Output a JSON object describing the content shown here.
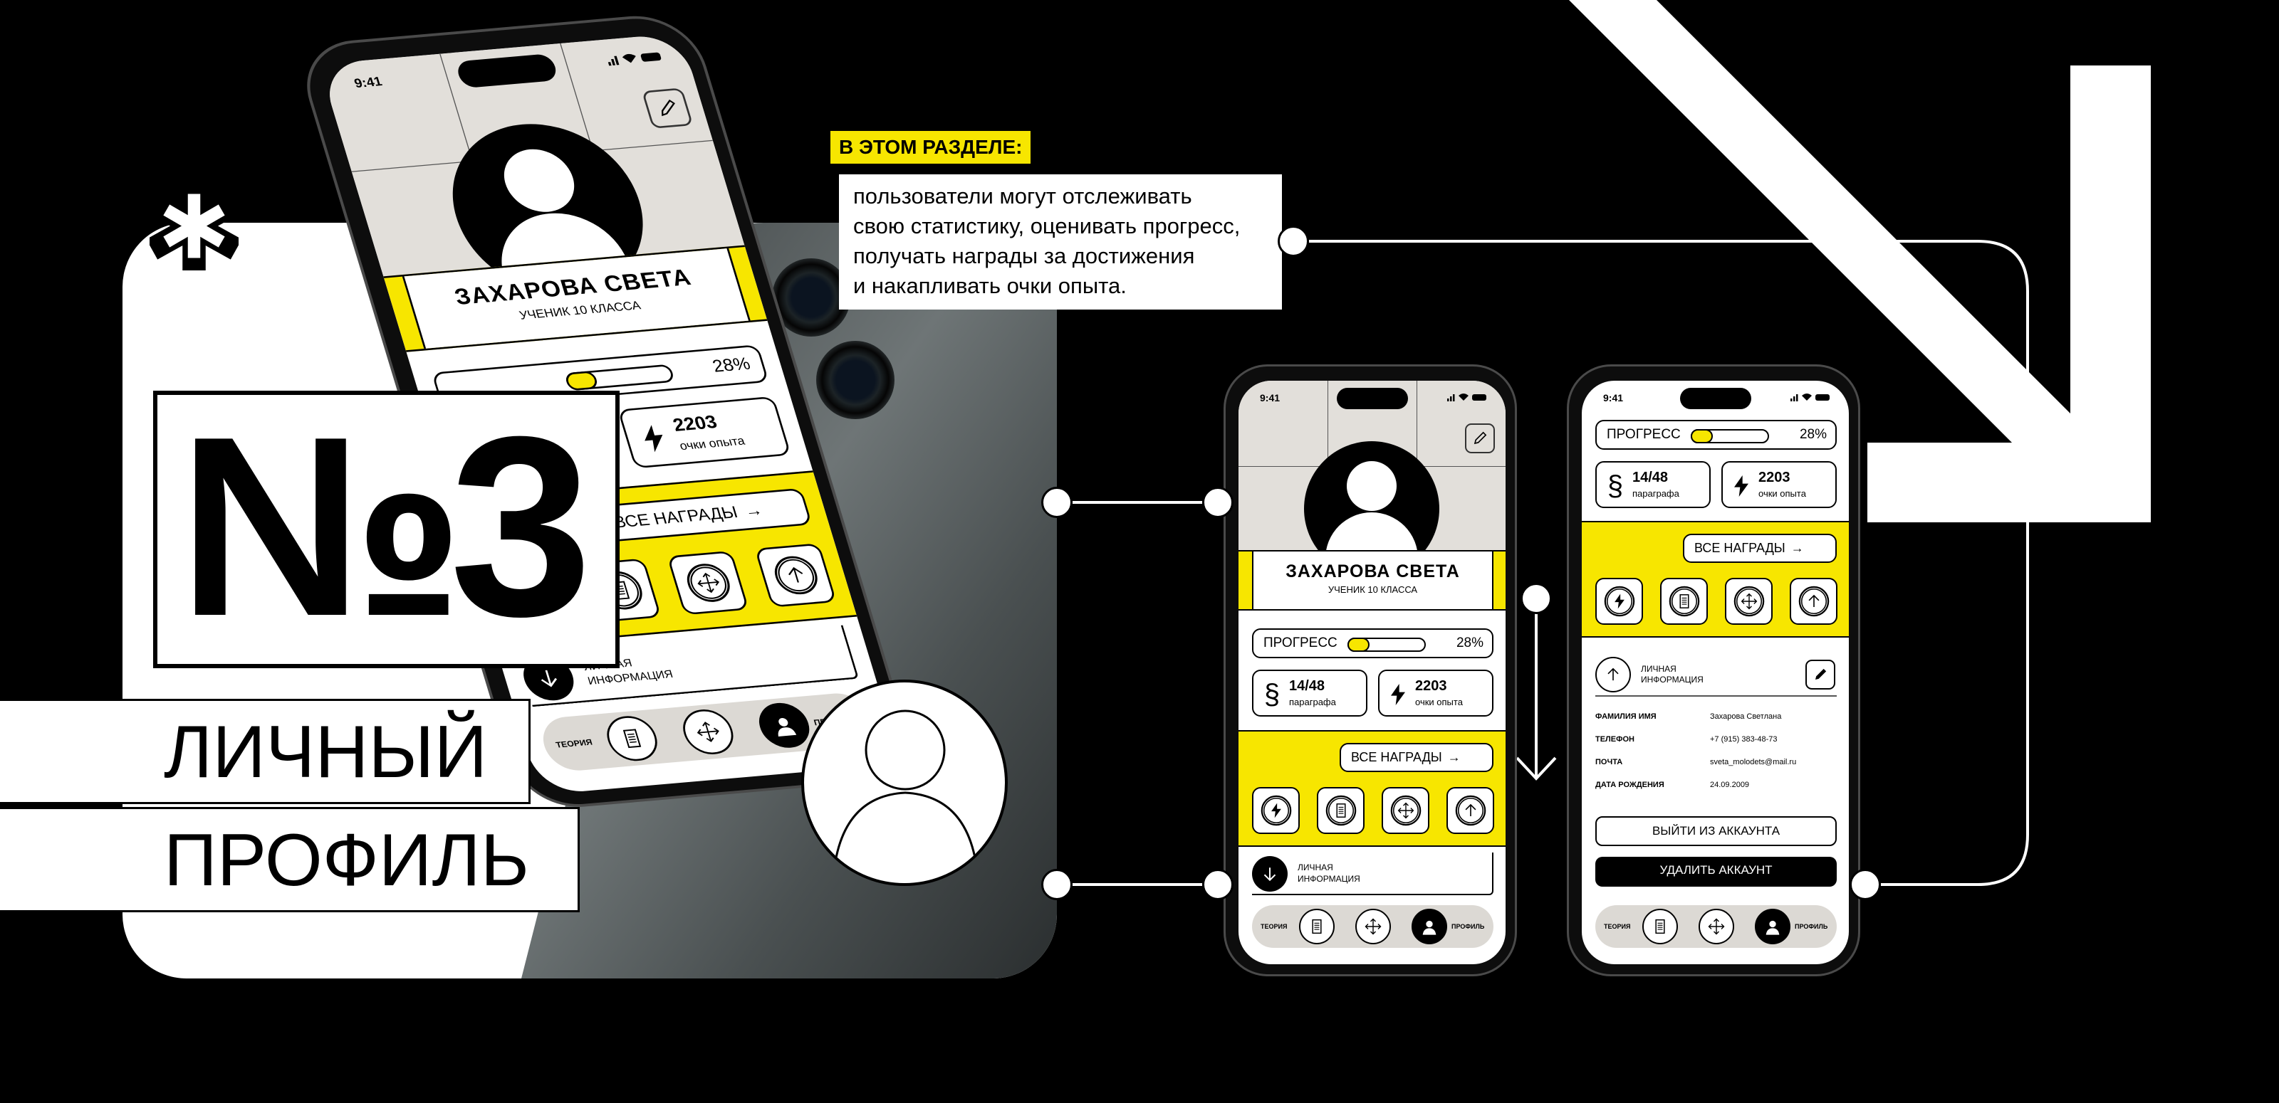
{
  "title": {
    "number": "№3",
    "line1": "ЛИЧНЫЙ",
    "line2": "ПРОФИЛЬ"
  },
  "section": {
    "heading": "В ЭТОМ РАЗДЕЛЕ:",
    "lines": [
      "пользователи могут отслеживать",
      "свою статистику, оценивать прогресс,",
      "получать награды за достижения",
      "и накапливать очки опыта."
    ]
  },
  "screen": {
    "time": "9:41",
    "name": "ЗАХАРОВА СВЕТА",
    "class": "УЧЕНИК 10 КЛАССА",
    "progress_label": "ПРОГРЕСС",
    "progress_value": "28%",
    "progress_fraction": 0.28,
    "paragraphs_value": "14/48",
    "paragraphs_label": "параграфа",
    "xp_value": "2203",
    "xp_label": "очки опыта",
    "awards_button": "ВСЕ НАГРАДЫ",
    "info_label_1": "ЛИЧНАЯ",
    "info_label_2": "ИНФОРМАЦИЯ",
    "fields": [
      {
        "label": "ФАМИЛИЯ ИМЯ",
        "value": "Захарова Светлана"
      },
      {
        "label": "ТЕЛЕФОН",
        "value": "+7 (915) 383-48-73"
      },
      {
        "label": "ПОЧТА",
        "value": "sveta_molodets@mail.ru"
      },
      {
        "label": "ДАТА РОЖДЕНИЯ",
        "value": "24.09.2009"
      }
    ],
    "logout_button": "ВЫЙТИ ИЗ АККАУНТА",
    "delete_button": "УДАЛИТЬ АККАУНТ",
    "nav_theory": "ТЕОРИЯ",
    "nav_profile": "ПРОФИЛЬ"
  },
  "colors": {
    "accent": "#f7e600",
    "background": "#000000",
    "header_grey": "#e2dfda"
  }
}
